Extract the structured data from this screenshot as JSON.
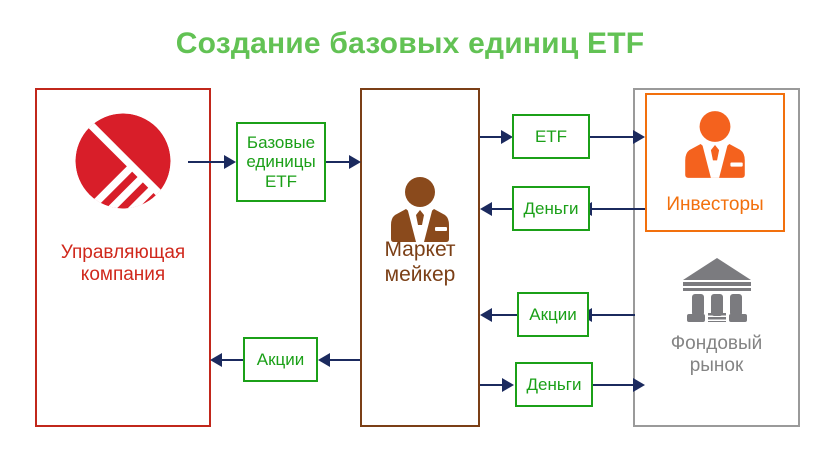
{
  "title": "Создание базовых единиц ETF",
  "colors": {
    "title_green": "#62c254",
    "flow_green": "#1ba018",
    "company_red": "#c1271b",
    "company_text_red": "#d0281c",
    "maker_brown": "#7b3f16",
    "market_gray": "#9a9a9a",
    "market_text_gray": "#848484",
    "investors_orange": "#f2700d",
    "arrow_navy": "#1b2a5e",
    "background": "#ffffff"
  },
  "entities": {
    "company": {
      "label": "Управляющая\nкомпания",
      "icon": "pie-chart-icon"
    },
    "market_maker": {
      "label": "Маркет\nмейкер",
      "icon": "businessperson-icon"
    },
    "stock_market": {
      "label": "Фондовый\nрынок",
      "icon": "bank-icon"
    },
    "investors": {
      "label": "Инвесторы",
      "icon": "businessperson-icon"
    }
  },
  "flows": {
    "creation_units": {
      "label": "Базовые\nединицы\nETF",
      "direction": "right"
    },
    "etf": {
      "label": "ETF",
      "direction": "right"
    },
    "money_investors": {
      "label": "Деньги",
      "direction": "left"
    },
    "shares_market": {
      "label": "Акции",
      "direction": "left"
    },
    "money_market": {
      "label": "Деньги",
      "direction": "right"
    },
    "shares_company": {
      "label": "Акции",
      "direction": "left"
    }
  },
  "chart_data": {
    "type": "diagram",
    "title": "Создание базовых единиц ETF",
    "nodes": [
      {
        "id": "company",
        "label": "Управляющая компания",
        "color": "#c1271b"
      },
      {
        "id": "market_maker",
        "label": "Маркет мейкер",
        "color": "#7b3f16"
      },
      {
        "id": "investors",
        "label": "Инвесторы",
        "color": "#f2700d"
      },
      {
        "id": "stock_market",
        "label": "Фондовый рынок",
        "color": "#9a9a9a"
      }
    ],
    "edges": [
      {
        "from": "company",
        "to": "market_maker",
        "label": "Базовые единицы ETF"
      },
      {
        "from": "market_maker",
        "to": "investors",
        "label": "ETF"
      },
      {
        "from": "investors",
        "to": "market_maker",
        "label": "Деньги"
      },
      {
        "from": "stock_market",
        "to": "market_maker",
        "label": "Акции"
      },
      {
        "from": "market_maker",
        "to": "stock_market",
        "label": "Деньги"
      },
      {
        "from": "market_maker",
        "to": "company",
        "label": "Акции"
      }
    ]
  }
}
